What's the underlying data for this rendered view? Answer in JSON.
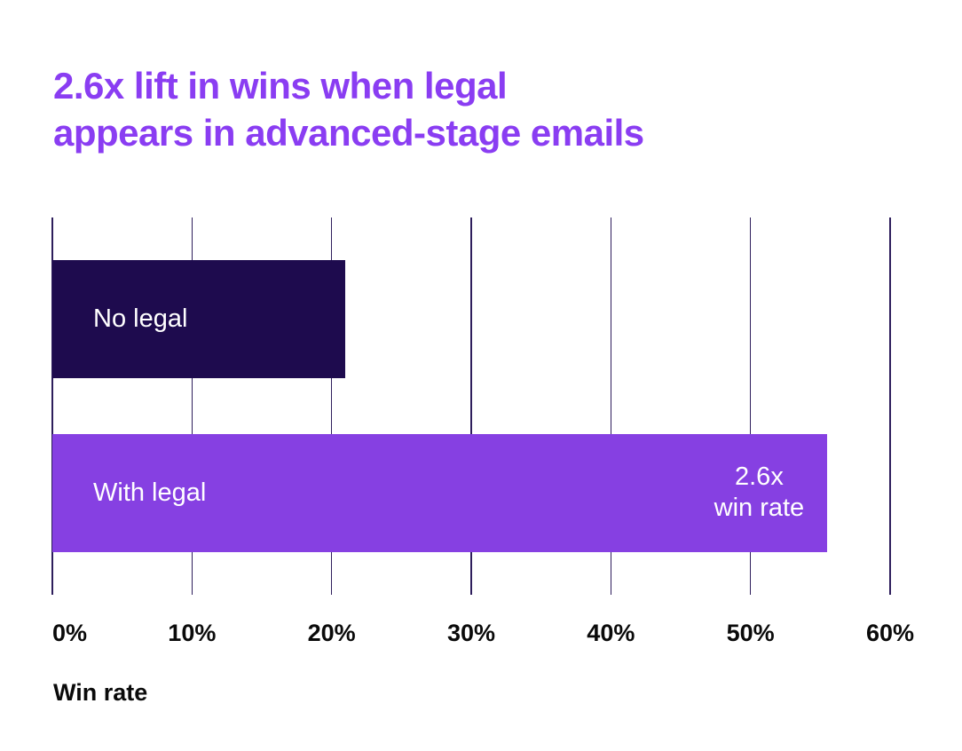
{
  "colors": {
    "background": "#ffffff",
    "title_accent": "#8a3df2",
    "bar_no_legal": "#1e0b4e",
    "bar_with_legal": "#8640e2",
    "gridline": "#2e1e5c",
    "axis_text": "#0a0a0a",
    "bar_label_text": "#ffffff"
  },
  "chart_data": {
    "type": "bar",
    "orientation": "horizontal",
    "title": "2.6x lift in wins when legal appears in advanced-stage emails",
    "title_lines": [
      "2.6x lift in wins when legal",
      "appears in advanced-stage emails"
    ],
    "categories": [
      "No legal",
      "With legal"
    ],
    "values": [
      21,
      55.5
    ],
    "value_unit": "%",
    "bar_colors": [
      "#1e0b4e",
      "#8640e2"
    ],
    "xlabel": "Win rate",
    "xlim": [
      0,
      60
    ],
    "x_ticks": [
      {
        "value": 0,
        "label": "0%"
      },
      {
        "value": 10,
        "label": "10%"
      },
      {
        "value": 20,
        "label": "20%"
      },
      {
        "value": 30,
        "label": "30%"
      },
      {
        "value": 40,
        "label": "40%"
      },
      {
        "value": 50,
        "label": "50%"
      },
      {
        "value": 60,
        "label": "60%"
      }
    ],
    "grid": "vertical-lines-behind-bars",
    "legend": "none",
    "annotation": {
      "bar_index": 1,
      "lines": [
        "2.6x",
        "win rate"
      ]
    }
  }
}
